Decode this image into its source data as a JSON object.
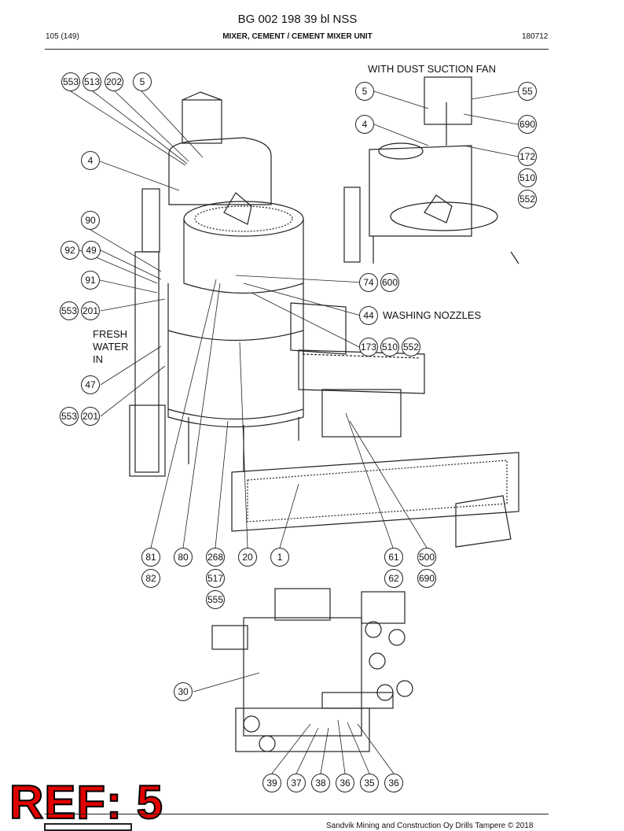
{
  "header": {
    "doc_code": "BG 002 198 39 bl NSS",
    "page": "105 (149)",
    "title": "MIXER, CEMENT / CEMENT MIXER UNIT",
    "date": "180712"
  },
  "labels": {
    "dust_fan": "WITH DUST SUCTION FAN",
    "washing": "WASHING NOZZLES",
    "fresh_water": "FRESH",
    "fresh_water2": "WATER",
    "fresh_water3": "IN"
  },
  "callouts": [
    "553",
    "513",
    "202",
    "5",
    "4",
    "90",
    "92",
    "49",
    "91",
    "553",
    "201",
    "47",
    "553",
    "201",
    "5",
    "55",
    "4",
    "690",
    "172",
    "510",
    "552",
    "74",
    "600",
    "44",
    "173",
    "510",
    "552",
    "81",
    "82",
    "80",
    "268",
    "517",
    "555",
    "20",
    "1",
    "61",
    "62",
    "500",
    "690",
    "30",
    "39",
    "37",
    "38",
    "36",
    "35",
    "36"
  ],
  "ref_mark": "REF: 5",
  "footer": "Sandvik Mining and Construction Oy Drills Tampere © 2018"
}
